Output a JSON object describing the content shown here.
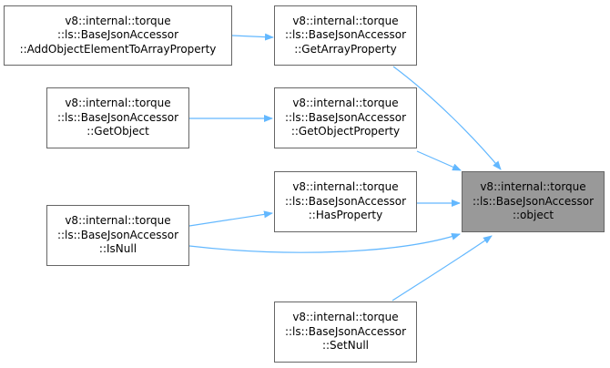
{
  "colors": {
    "edge": "#63b8ff",
    "node_border": "#666666",
    "focus_fill": "#999999",
    "node_fill": "#ffffff"
  },
  "nodes": {
    "add_object_element": [
      "v8::internal::torque",
      "::ls::BaseJsonAccessor",
      "::AddObjectElementToArrayProperty"
    ],
    "get_array_property": [
      "v8::internal::torque",
      "::ls::BaseJsonAccessor",
      "::GetArrayProperty"
    ],
    "get_object": [
      "v8::internal::torque",
      "::ls::BaseJsonAccessor",
      "::GetObject"
    ],
    "get_object_property": [
      "v8::internal::torque",
      "::ls::BaseJsonAccessor",
      "::GetObjectProperty"
    ],
    "has_property": [
      "v8::internal::torque",
      "::ls::BaseJsonAccessor",
      "::HasProperty"
    ],
    "is_null": [
      "v8::internal::torque",
      "::ls::BaseJsonAccessor",
      "::IsNull"
    ],
    "set_null": [
      "v8::internal::torque",
      "::ls::BaseJsonAccessor",
      "::SetNull"
    ],
    "object": [
      "v8::internal::torque",
      "::ls::BaseJsonAccessor",
      "::object"
    ]
  },
  "edges": [
    [
      "add_object_element",
      "get_array_property"
    ],
    [
      "get_object",
      "get_object_property"
    ],
    [
      "is_null",
      "has_property"
    ],
    [
      "get_array_property",
      "object"
    ],
    [
      "get_object_property",
      "object"
    ],
    [
      "has_property",
      "object"
    ],
    [
      "is_null",
      "object"
    ],
    [
      "set_null",
      "object"
    ]
  ]
}
